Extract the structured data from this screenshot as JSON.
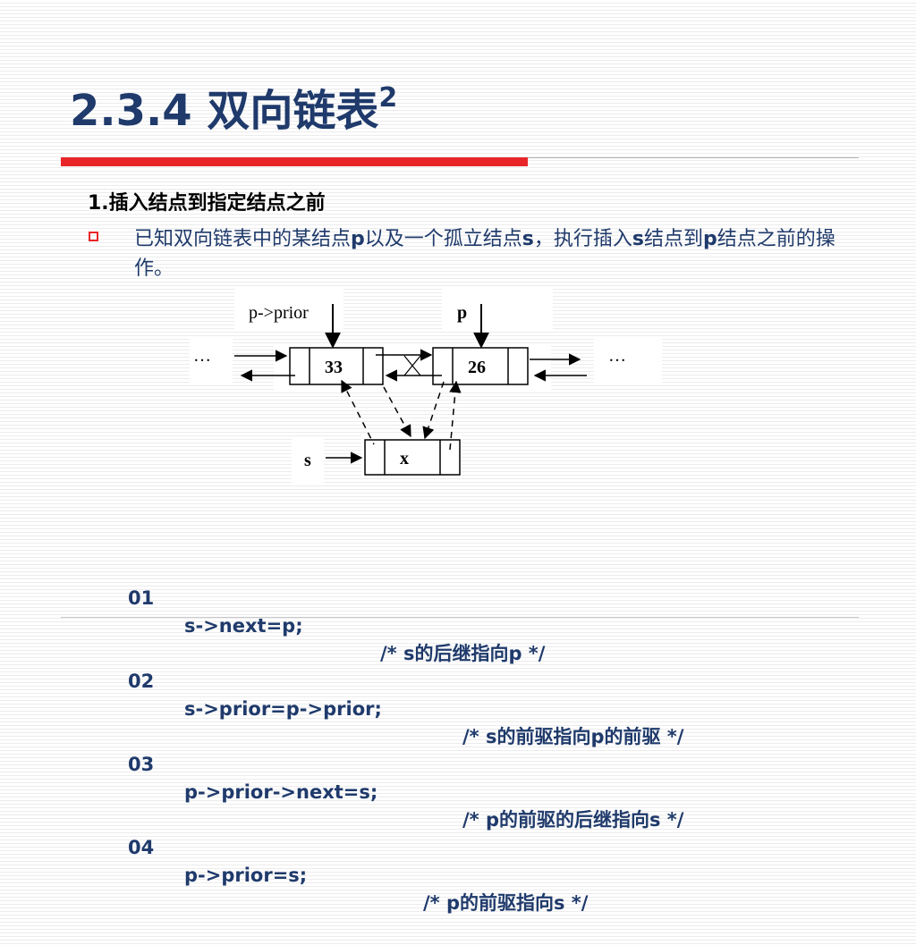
{
  "slide": {
    "title": "2.3.4 双向链表",
    "title_sup": "2",
    "subtitle": "1.插入结点到指定结点之前",
    "bullet": {
      "part1": "已知双向链表中的某结点",
      "var_p": "p",
      "part2": "以及一个孤立结点",
      "var_s": "s",
      "part3": "，执行插入",
      "var_s2": "s",
      "part4": "结点到",
      "var_p2": "p",
      "part5": "结点之前的操作。"
    },
    "diagram": {
      "label_pprior": "p->prior",
      "label_p": "p",
      "label_s": "s",
      "ellipsis_left": "…",
      "ellipsis_right": "…",
      "node_a": "33",
      "node_b": "26",
      "node_x": "x"
    },
    "code": [
      {
        "num": "01",
        "stmt": "s->next=p;",
        "comment": "/* s的后继指向p */"
      },
      {
        "num": "02",
        "stmt": "s->prior=p->prior;",
        "comment": "/* s的前驱指向p的前驱 */"
      },
      {
        "num": "03",
        "stmt": "p->prior->next=s;",
        "comment": "/* p的前驱的后继指向s */"
      },
      {
        "num": "04",
        "stmt": "p->prior=s;",
        "comment": "/* p的前驱指向s */"
      }
    ],
    "colors": {
      "title": "#1f3a6b",
      "accent": "#e8262a"
    }
  }
}
